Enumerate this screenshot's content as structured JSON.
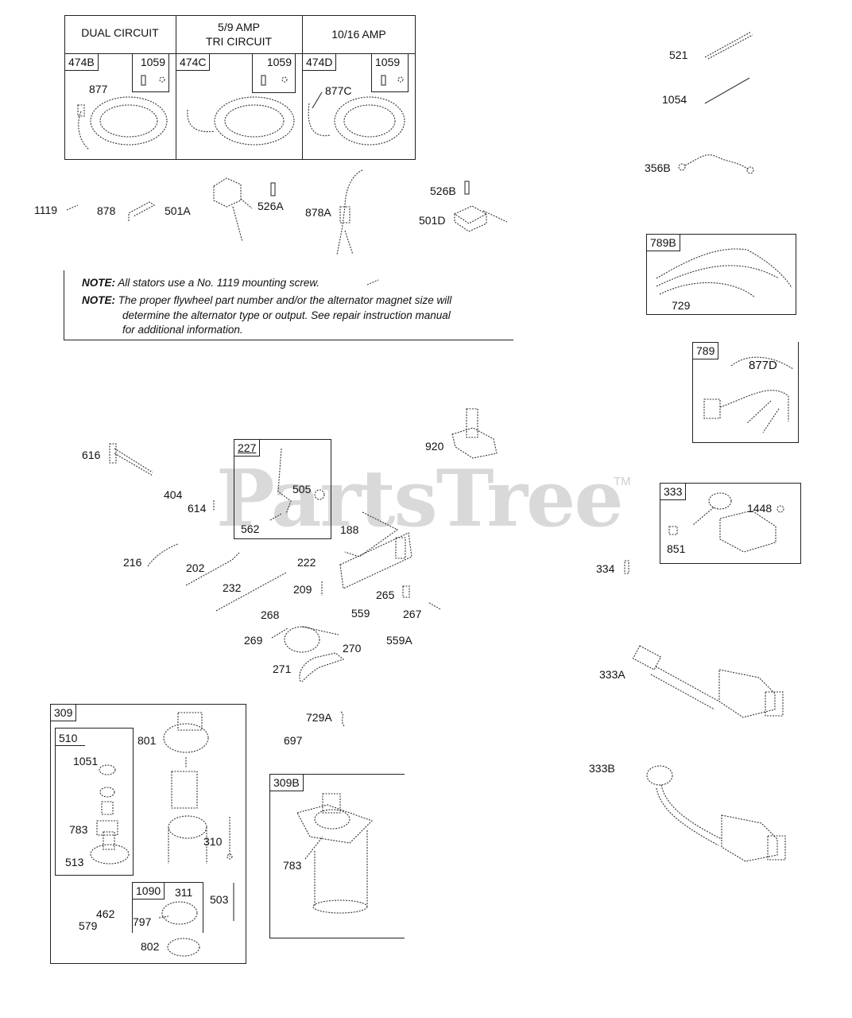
{
  "watermark": {
    "text": "PartsTree",
    "trademark": "TM"
  },
  "stator_table": {
    "columns": [
      {
        "header": "DUAL CIRCUIT",
        "assembly": "474B",
        "hardware": "1059",
        "lead": "877"
      },
      {
        "header_line1": "5/9 AMP",
        "header_line2": "TRI CIRCUIT",
        "assembly": "474C",
        "hardware": "1059"
      },
      {
        "header": "10/16 AMP",
        "assembly": "474D",
        "hardware": "1059",
        "lead": "877C"
      }
    ]
  },
  "parts_row": {
    "items": [
      "1119",
      "878",
      "501A",
      "526A",
      "878A",
      "526B",
      "501D"
    ]
  },
  "notes": {
    "prefix": "NOTE:",
    "note1": "All stators use a No. 1119 mounting screw.",
    "note2_line1": "The proper flywheel part number and/or the alternator magnet size will",
    "note2_line2": "determine the alternator type or output. See repair instruction manual",
    "note2_line3": "for additional information."
  },
  "right_column": {
    "p521": "521",
    "p1054": "1054",
    "p356B": "356B",
    "kit_789B": {
      "tag": "789B",
      "items": [
        "729"
      ]
    },
    "kit_789": {
      "tag": "789",
      "items": [
        "877D"
      ]
    },
    "kit_333": {
      "tag": "333",
      "items": [
        "1448",
        "851"
      ]
    },
    "p334": "334",
    "p333A": "333A",
    "p333B": "333B"
  },
  "center_parts": {
    "p616": "616",
    "p404": "404",
    "p614": "614",
    "kit_227": {
      "tag": "227",
      "items": [
        "505",
        "562"
      ]
    },
    "p920": "920",
    "p188": "188",
    "p216": "216",
    "p202": "202",
    "p222": "222",
    "p232": "232",
    "p209": "209",
    "p265": "265",
    "p268": "268",
    "p559": "559",
    "p267": "267",
    "p269": "269",
    "p270": "270",
    "p559A": "559A",
    "p271": "271",
    "p729A": "729A",
    "p697": "697"
  },
  "starter_309": {
    "tag": "309",
    "sub_510": {
      "tag": "510",
      "items": [
        "1051",
        "783",
        "513"
      ]
    },
    "p801": "801",
    "p310": "310",
    "sub_1090": {
      "tag": "1090",
      "items": [
        "311",
        "797"
      ]
    },
    "p503": "503",
    "p462": "462",
    "p579": "579",
    "p802": "802"
  },
  "starter_309B": {
    "tag": "309B",
    "items": [
      "783"
    ]
  }
}
